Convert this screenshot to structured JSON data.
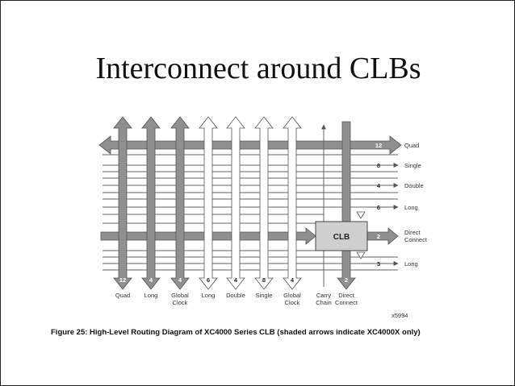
{
  "title": "Interconnect around CLBs",
  "diagram": {
    "block_label": "CLB",
    "right_labels": [
      {
        "num": "12",
        "text": [
          "Quad"
        ],
        "shaded": true
      },
      {
        "num": "8",
        "text": [
          "Single"
        ],
        "shaded": false
      },
      {
        "num": "4",
        "text": [
          "Double"
        ],
        "shaded": false
      },
      {
        "num": "6",
        "text": [
          "Long"
        ],
        "shaded": false
      },
      {
        "num": "2",
        "text": [
          "Direct",
          "Connect"
        ],
        "shaded": true
      },
      {
        "num": "3",
        "text": [
          "Long"
        ],
        "shaded": false
      }
    ],
    "bottom_columns": [
      {
        "num": "12",
        "text": [
          "Quad"
        ],
        "shaded": true
      },
      {
        "num": "4",
        "text": [
          "Long"
        ],
        "shaded": true
      },
      {
        "num": "4",
        "text": [
          "Global",
          "Clock"
        ],
        "shaded": true
      },
      {
        "num": "6",
        "text": [
          "Long"
        ],
        "shaded": false
      },
      {
        "num": "4",
        "text": [
          "Double"
        ],
        "shaded": false
      },
      {
        "num": "8",
        "text": [
          "Single"
        ],
        "shaded": false
      },
      {
        "num": "4",
        "text": [
          "Global",
          "Clock"
        ],
        "shaded": false
      },
      {
        "num": "",
        "text": [
          "Carry",
          "Chain"
        ],
        "shaded": false
      },
      {
        "num": "2",
        "text": [
          "Direct",
          "Connect"
        ],
        "shaded": true
      }
    ],
    "figure_id": "x5994",
    "caption": "Figure 25:   High-Level Routing Diagram of XC4000 Series CLB (shaded arrows indicate XC4000X only)"
  },
  "colors": {
    "shaded": "#8f8f8f",
    "line": "#555555",
    "block_fill": "#cfcfcf"
  }
}
